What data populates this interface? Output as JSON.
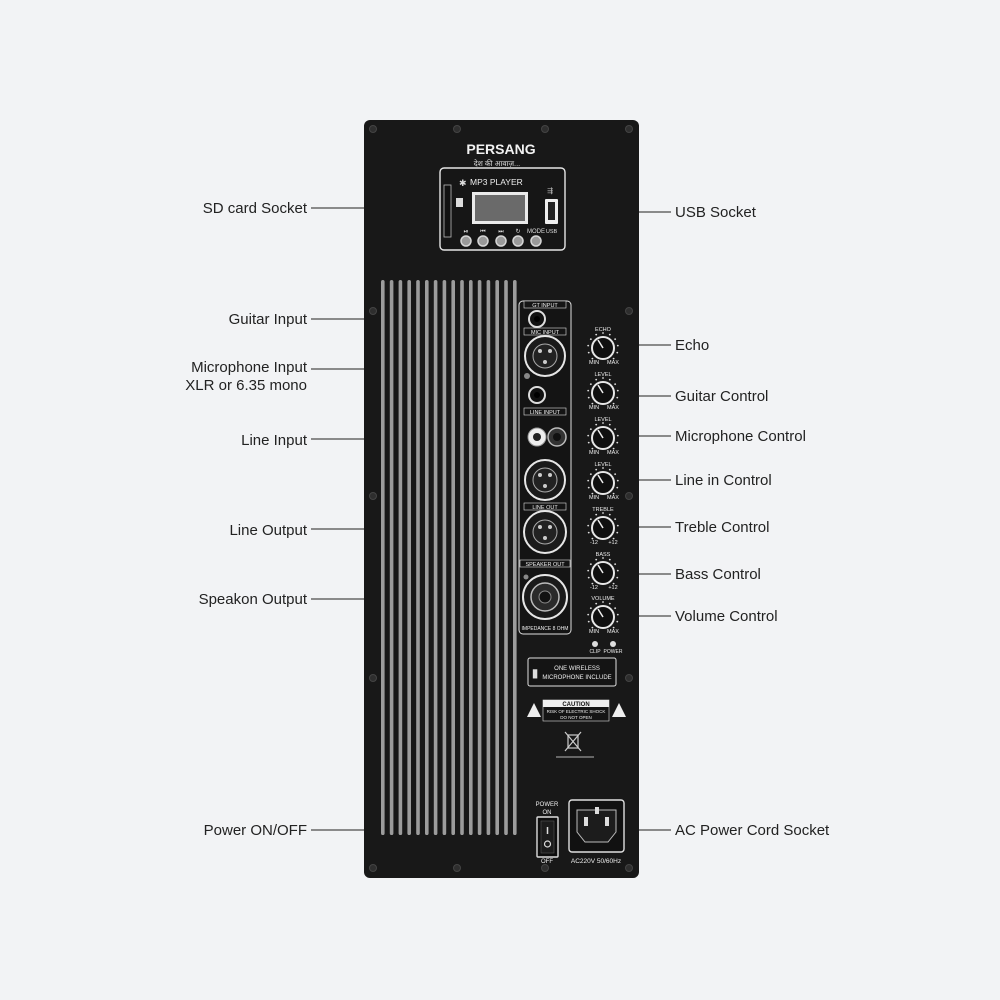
{
  "brand": {
    "name": "PERSANG",
    "tagline": "देश की आवाज़..."
  },
  "mp3": {
    "title": "MP3 PLAYER",
    "usb_label": "USB",
    "mode_label": "MODE"
  },
  "sockets": {
    "gt_input": "GT INPUT",
    "mic_input": "MIC INPUT",
    "line_input": "LINE INPUT",
    "line_out": "LINE OUT",
    "speaker_out": "SPEAKER OUT",
    "impedance": "IMPEDANCE 8 OHM"
  },
  "knobs": [
    {
      "top": "ECHO",
      "min": "MIN",
      "max": "MAX"
    },
    {
      "top": "LEVEL",
      "min": "MIN",
      "max": "MAX"
    },
    {
      "top": "LEVEL",
      "min": "MIN",
      "max": "MAX"
    },
    {
      "top": "LEVEL",
      "min": "MIN",
      "max": "MAX"
    },
    {
      "top": "TREBLE",
      "min": "-12",
      "max": "+12"
    },
    {
      "top": "BASS",
      "min": "-12",
      "max": "+12"
    },
    {
      "top": "VOLUME",
      "min": "MIN",
      "max": "MAX"
    }
  ],
  "indicators": {
    "clip": "CLIP",
    "power": "POWER"
  },
  "wireless": {
    "line1": "ONE WIRELESS",
    "line2": "MICROPHONE INCLUDE"
  },
  "caution": {
    "title": "CAUTION",
    "line1": "RISK OF ELECTRIC SHOCK",
    "line2": "DO NOT OPEN"
  },
  "power_switch": {
    "label_top": "POWER",
    "label_on": "ON",
    "label_off": "OFF"
  },
  "ac_socket": {
    "rating": "AC220V 50/60Hz"
  },
  "callouts_left": {
    "sd_card": "SD card Socket",
    "guitar_input": "Guitar Input",
    "mic_input_line1": "Microphone Input",
    "mic_input_line2": "XLR or 6.35 mono",
    "line_input": "Line Input",
    "line_output": "Line Output",
    "speakon_output": "Speakon Output",
    "power_onoff": "Power ON/OFF"
  },
  "callouts_right": {
    "usb_socket": "USB  Socket",
    "echo": "Echo",
    "guitar_control": "Guitar Control",
    "microphone_control": "Microphone Control",
    "line_in_control": "Line in Control",
    "treble_control": "Treble Control",
    "bass_control": "Bass Control",
    "volume_control": "Volume Control",
    "ac_power_socket": "AC Power Cord Socket"
  }
}
